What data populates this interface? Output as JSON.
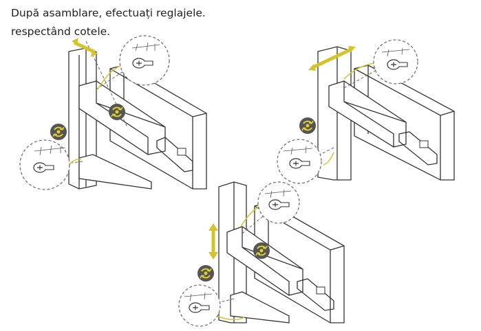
{
  "instructions": {
    "line1": "După asamblare, efectuați reglajele.",
    "line2": "respectând cotele."
  },
  "colors": {
    "accent": "#d4c42a",
    "icon_bg": "#555555"
  },
  "figures": [
    {
      "name": "depth-adjustment",
      "arrow": "horizontal-diagonal"
    },
    {
      "name": "side-adjustment",
      "arrow": "diagonal"
    },
    {
      "name": "height-adjustment",
      "arrow": "vertical"
    }
  ]
}
